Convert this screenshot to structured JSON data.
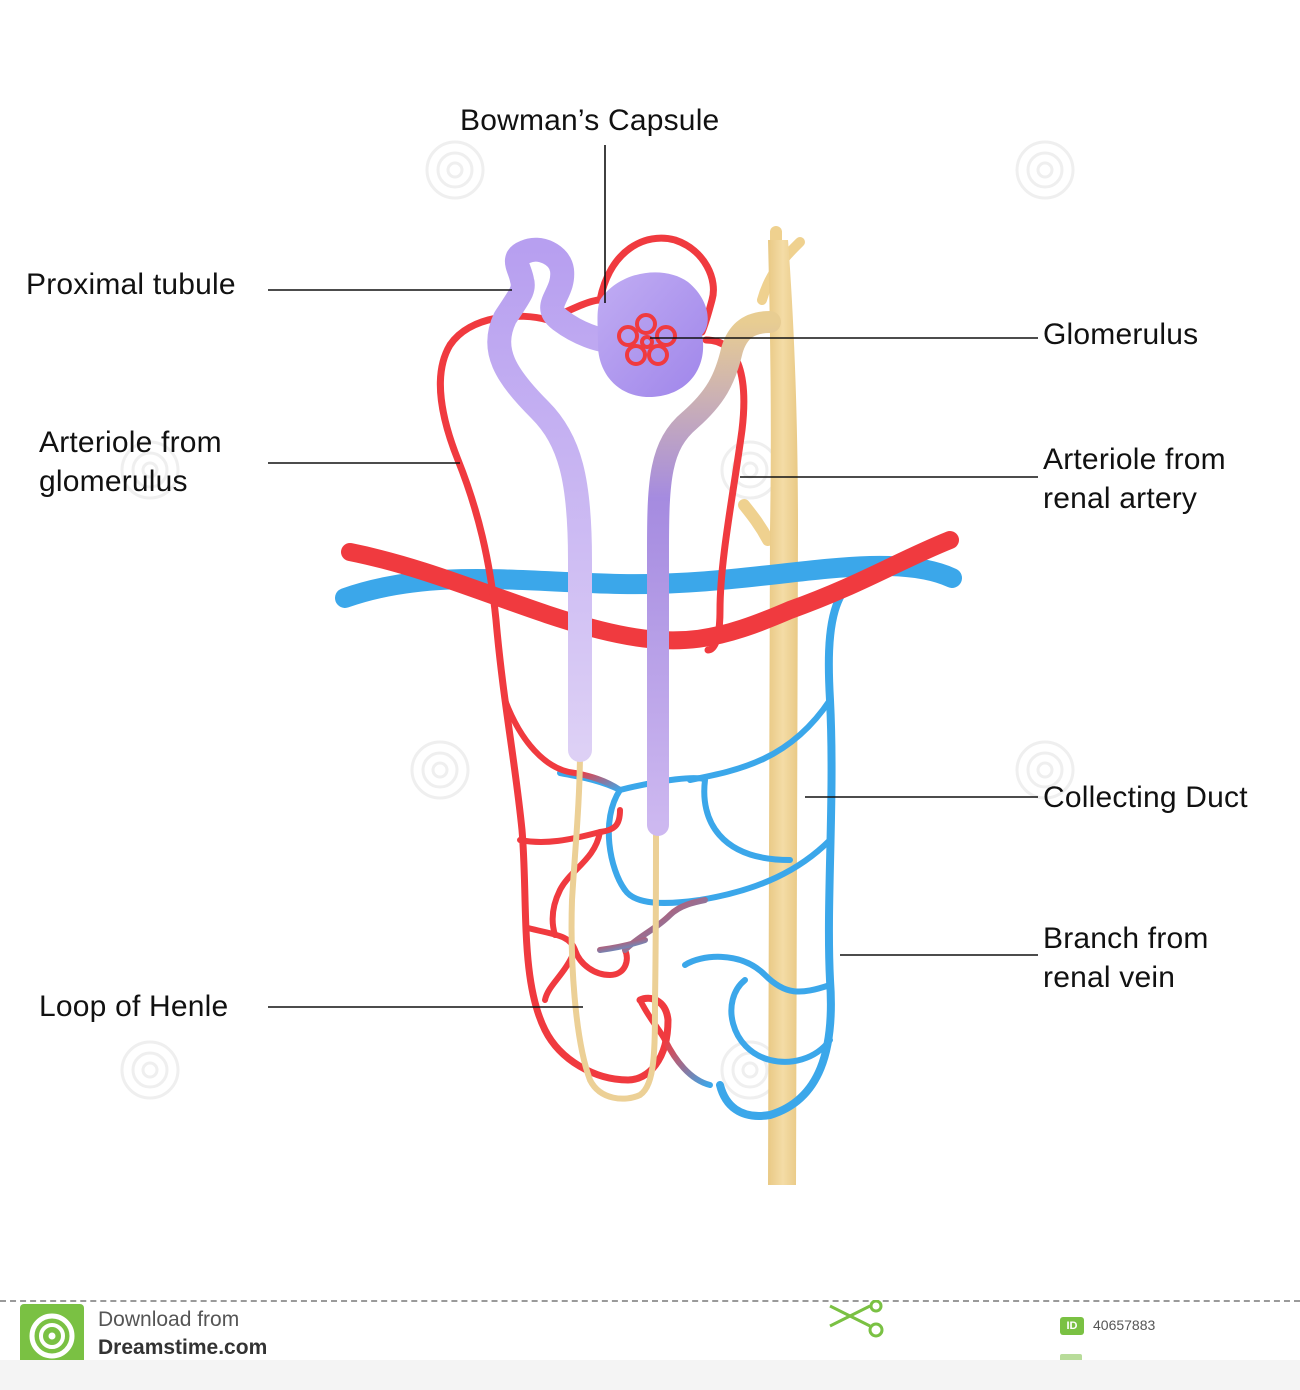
{
  "labels": {
    "bowmans_capsule": "Bowman’s Capsule",
    "proximal_tubule": "Proximal tubule",
    "glomerulus": "Glomerulus",
    "arteriole_from_glomerulus": [
      "Arteriole from",
      "glomerulus"
    ],
    "arteriole_from_renal_artery": [
      "Arteriole from",
      "renal artery"
    ],
    "collecting_duct": "Collecting Duct",
    "branch_from_renal_vein": [
      "Branch from",
      "renal vein"
    ],
    "loop_of_henle": "Loop of Henle"
  },
  "footer": {
    "download_from": "Download from",
    "site": "Dreamstime.com",
    "id_badge": "ID",
    "id_number": "40657883"
  },
  "colors": {
    "artery_red": "#f03a3f",
    "vein_blue": "#3ba7ea",
    "tubule_light_purple": "#c9b6ec",
    "tubule_purple": "#9d7fe0",
    "collecting_duct_tan": "#efd18f",
    "capsule_purple": "#b19af0",
    "footer_green": "#7ac143"
  },
  "icons": [
    "dreamstime-logo-icon",
    "scissors-icon",
    "id-badge-icon"
  ]
}
